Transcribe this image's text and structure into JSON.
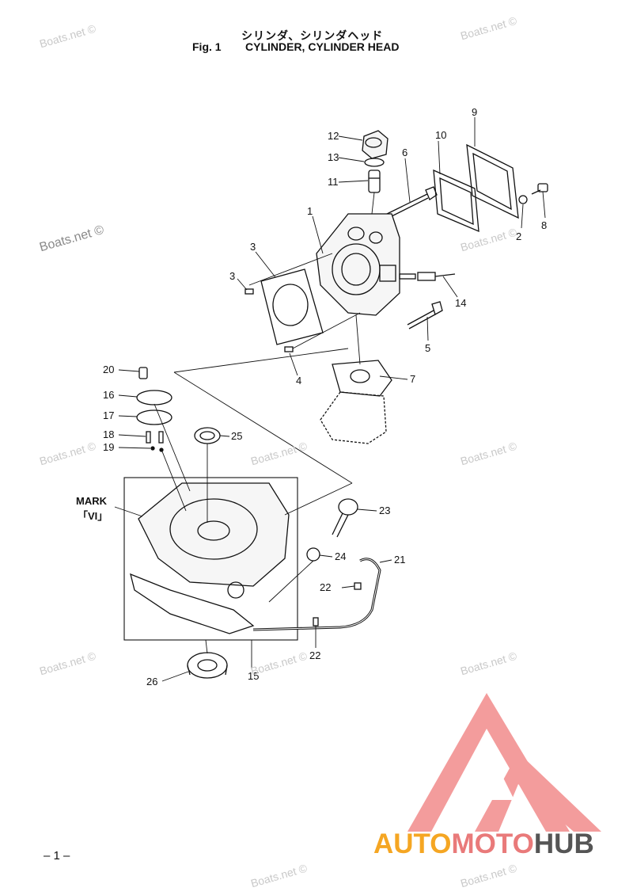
{
  "header": {
    "title_jp": "シリンダ、シリンダヘッド",
    "fig_number": "Fig. 1",
    "title_en": "CYLINDER, CYLINDER HEAD"
  },
  "mark_label": "MARK",
  "mark_value": "「VI」",
  "callouts": [
    "1",
    "2",
    "3",
    "3",
    "4",
    "5",
    "6",
    "7",
    "8",
    "9",
    "10",
    "11",
    "12",
    "13",
    "14",
    "15",
    "16",
    "17",
    "18",
    "19",
    "20",
    "21",
    "22",
    "22",
    "23",
    "24",
    "25",
    "26"
  ],
  "watermark": "Boats.net ©",
  "page_number": "– 1 –",
  "logo": {
    "part1": "AUTO",
    "part2": "MOTO",
    "part3": "HUB"
  },
  "colors": {
    "logo_triangle": "#f28b8b",
    "logo_auto": "#f5a623",
    "logo_moto": "#e97a7a",
    "logo_hub": "#555555",
    "watermark": "#c9c9c9"
  }
}
